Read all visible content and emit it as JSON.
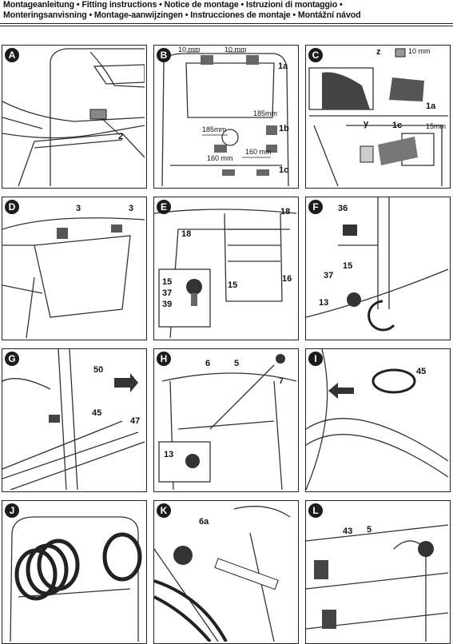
{
  "header": {
    "line1": "Montageanleitung • Fitting instructions • Notice de montage • Istruzioni di montaggio •",
    "line2": "Monteringsanvisning • Montage-aanwijzingen • Instrucciones de montaje • Montážní návod"
  },
  "panels": {
    "A": {
      "letter": "A",
      "labels": [
        "2"
      ]
    },
    "B": {
      "letter": "B",
      "labels": [
        "10 mm",
        "10 mm",
        "1a",
        "185mm",
        "185mm",
        "1b",
        "160 mm",
        "160 mm",
        "1c"
      ]
    },
    "C": {
      "letter": "C",
      "labels": [
        "z",
        "10 mm",
        "1a",
        "y",
        "1c",
        "15mm"
      ]
    },
    "D": {
      "letter": "D",
      "labels": [
        "3",
        "3"
      ]
    },
    "E": {
      "letter": "E",
      "labels": [
        "18",
        "18",
        "15",
        "37",
        "39",
        "15",
        "16"
      ]
    },
    "F": {
      "letter": "F",
      "labels": [
        "36",
        "15",
        "37",
        "13"
      ]
    },
    "G": {
      "letter": "G",
      "labels": [
        "50",
        "45",
        "47"
      ]
    },
    "H": {
      "letter": "H",
      "labels": [
        "6",
        "5",
        "7",
        "13"
      ]
    },
    "I": {
      "letter": "I",
      "labels": [
        "45"
      ]
    },
    "J": {
      "letter": "J",
      "labels": []
    },
    "K": {
      "letter": "K",
      "labels": [
        "6a"
      ]
    },
    "L": {
      "letter": "L",
      "labels": [
        "43",
        "5"
      ]
    }
  }
}
